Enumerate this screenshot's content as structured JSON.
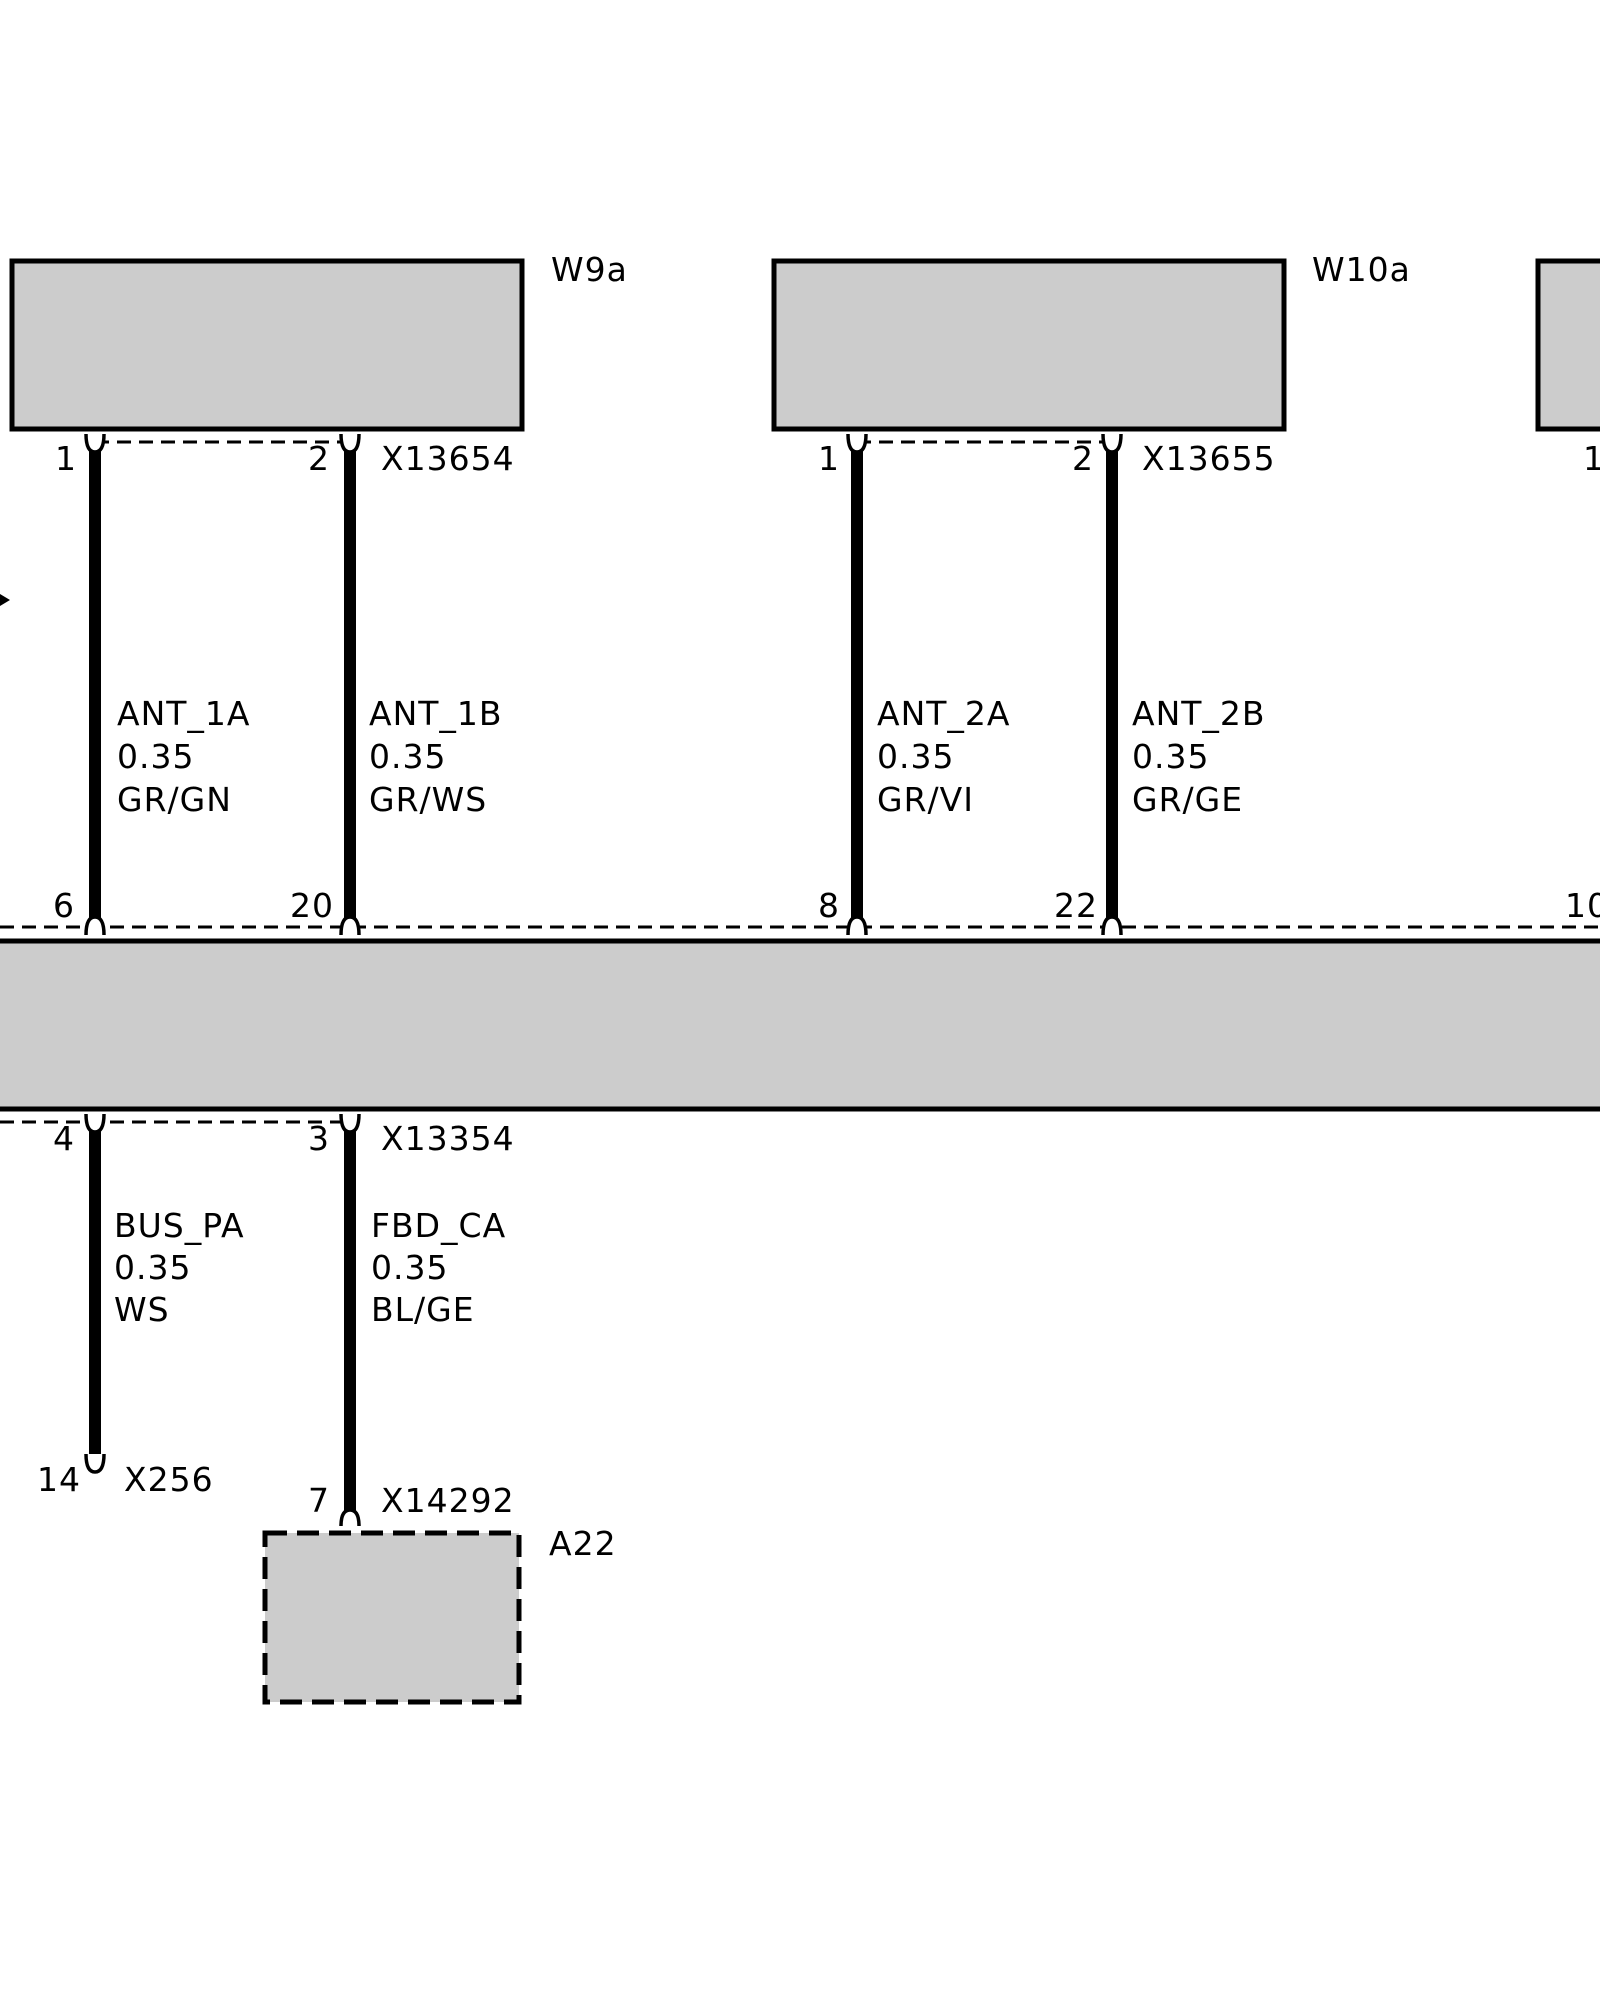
{
  "components": {
    "w9a": {
      "name": "W9a"
    },
    "w10a": {
      "name": "W10a"
    },
    "a22": {
      "name": "A22"
    },
    "partial_right": {
      "pin": "1"
    },
    "main_unit": {
      "top_partial_pin": "10"
    }
  },
  "connectors": {
    "x13654": {
      "name": "X13654",
      "pin_left": "1",
      "pin_right": "2"
    },
    "x13655": {
      "name": "X13655",
      "pin_left": "1",
      "pin_right": "2"
    },
    "x13354": {
      "name": "X13354",
      "pin_left": "4",
      "pin_right": "3"
    },
    "x256": {
      "name": "X256",
      "pin": "14"
    },
    "x14292": {
      "name": "X14292",
      "pin": "7"
    }
  },
  "main_top_pins": {
    "p6": "6",
    "p20": "20",
    "p8": "8",
    "p22": "22"
  },
  "wires": {
    "ant_1a": {
      "signal": "ANT_1A",
      "size": "0.35",
      "color": "GR/GN"
    },
    "ant_1b": {
      "signal": "ANT_1B",
      "size": "0.35",
      "color": "GR/WS"
    },
    "ant_2a": {
      "signal": "ANT_2A",
      "size": "0.35",
      "color": "GR/VI"
    },
    "ant_2b": {
      "signal": "ANT_2B",
      "size": "0.35",
      "color": "GR/GE"
    },
    "bus_pa": {
      "signal": "BUS_PA",
      "size": "0.35",
      "color": "WS"
    },
    "fbd_ca": {
      "signal": "FBD_CA",
      "size": "0.35",
      "color": "BL/GE"
    }
  }
}
